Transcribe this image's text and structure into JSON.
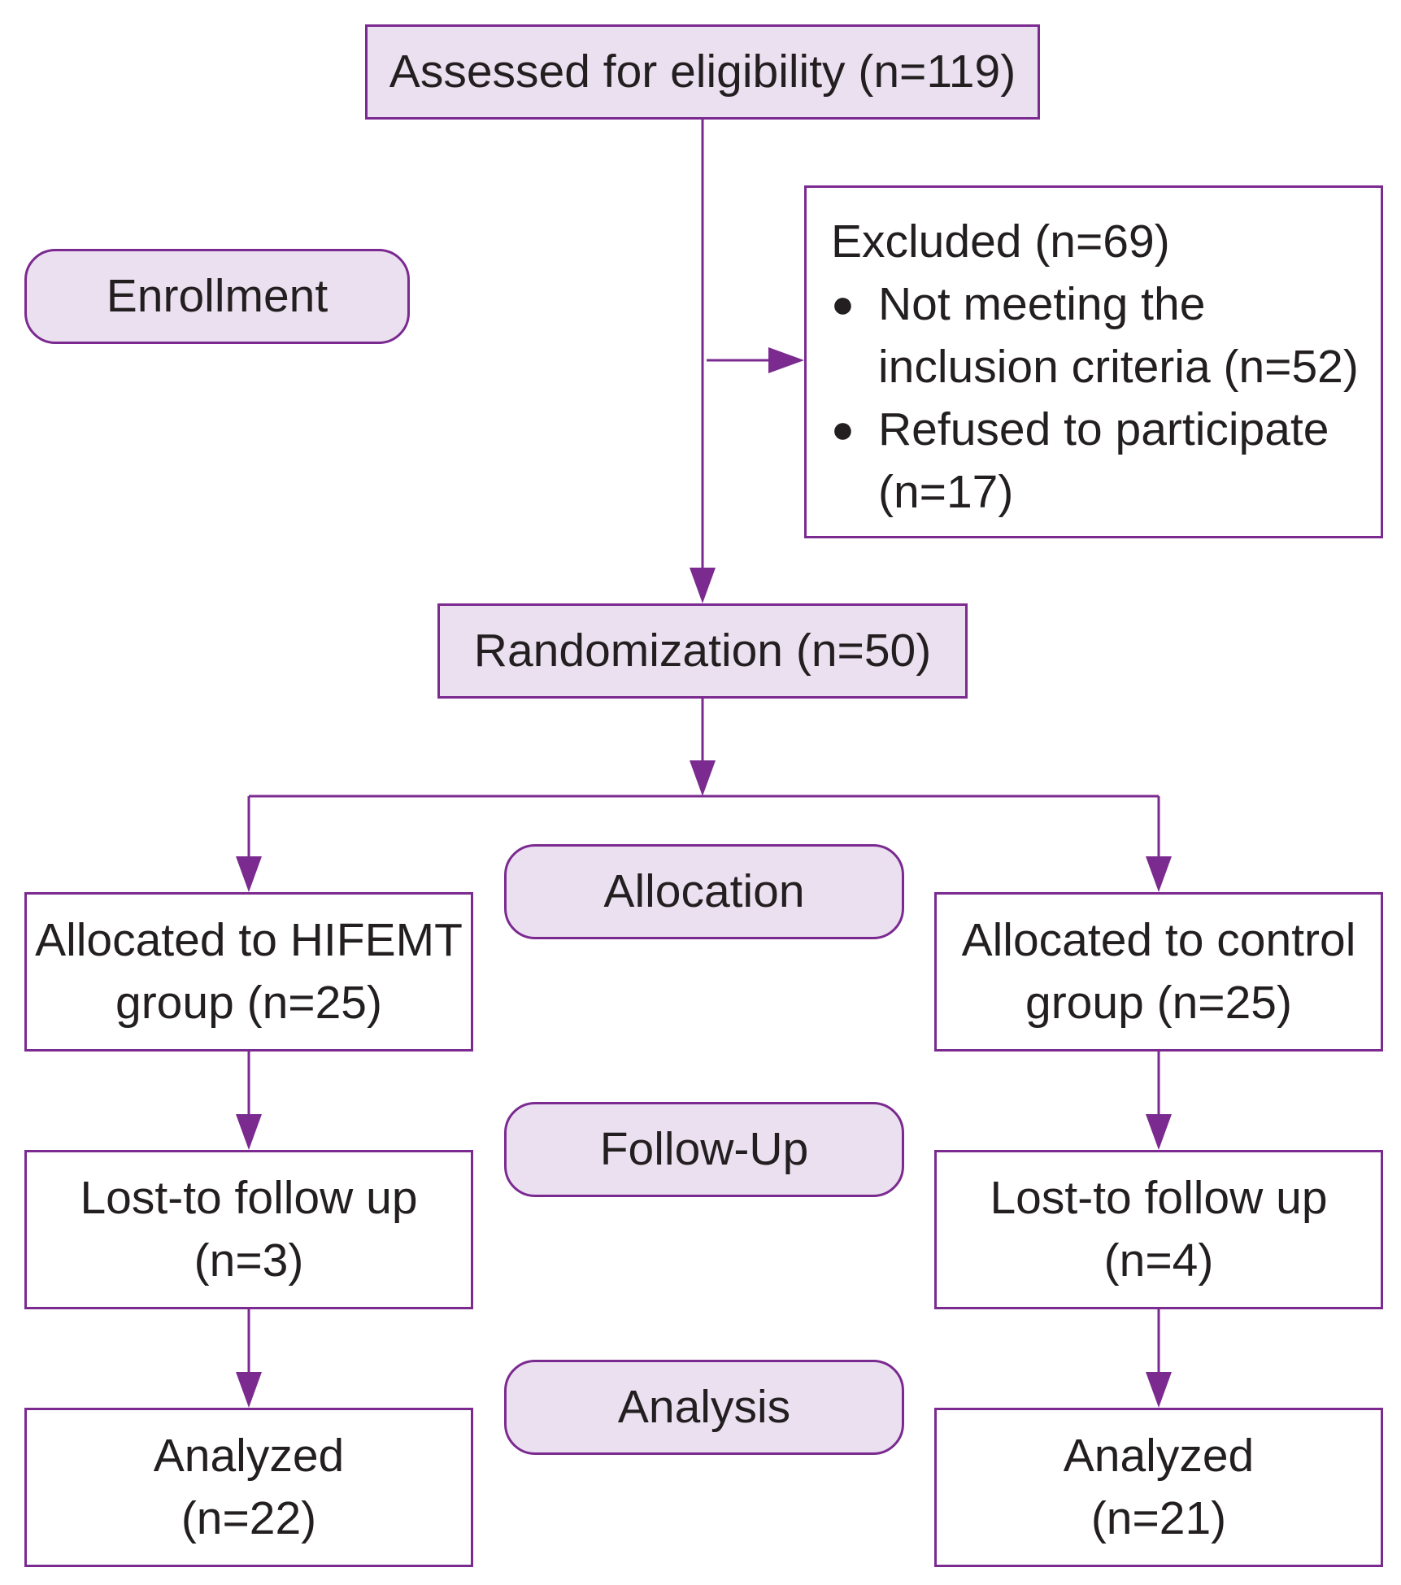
{
  "diagram": {
    "colors": {
      "stroke": "#7b2a90",
      "fill": "#ebe0f0",
      "text": "#231f20"
    },
    "stages": {
      "enrollment": "Enrollment",
      "allocation": "Allocation",
      "follow_up": "Follow-Up",
      "analysis": "Analysis"
    },
    "assessed": "Assessed for eligibility (n=119)",
    "excluded": {
      "title": "Excluded (n=69)",
      "items": [
        {
          "lines": [
            "Not meeting the",
            "inclusion criteria (n=52)"
          ]
        },
        {
          "lines": [
            "Refused to participate",
            "(n=17)"
          ]
        }
      ]
    },
    "randomization": "Randomization (n=50)",
    "hifemt": {
      "allocated": [
        "Allocated to HIFEMT",
        "group (n=25)"
      ],
      "lost": [
        "Lost-to follow up",
        "(n=3)"
      ],
      "analyzed": [
        "Analyzed",
        "(n=22)"
      ]
    },
    "control": {
      "allocated": [
        "Allocated to control",
        "group (n=25)"
      ],
      "lost": [
        "Lost-to follow up",
        "(n=4)"
      ],
      "analyzed": [
        "Analyzed",
        "(n=21)"
      ]
    }
  }
}
